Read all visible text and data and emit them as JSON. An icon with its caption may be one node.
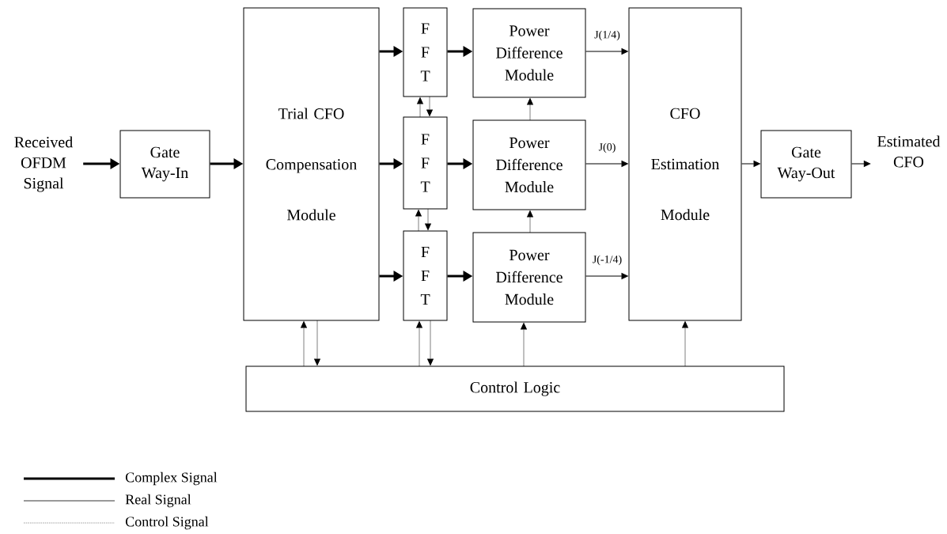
{
  "diagram": {
    "nodes": [
      {
        "text": [
          "Received OFDM Signal"
        ]
      },
      {
        "text": [
          "Gate Way-In"
        ]
      },
      {
        "text": [
          "Trial CFO Compensation Module"
        ]
      },
      {
        "text": [
          "F F T"
        ]
      },
      {
        "text": [
          "F F T"
        ]
      },
      {
        "text": [
          "F F T"
        ]
      },
      {
        "text": [
          "Power Difference Module"
        ]
      },
      {
        "text": [
          "Power Difference Module"
        ]
      },
      {
        "text": [
          "Power Difference Module"
        ]
      },
      {
        "text": [
          "CFO Estimation Module"
        ]
      },
      {
        "text": [
          "Gate Way-Out"
        ]
      },
      {
        "text": [
          "Estimated CFO"
        ]
      },
      {
        "text": [
          "Control Logic"
        ]
      }
    ],
    "edges": [
      {
        "from": 0,
        "to": 1,
        "arrow": "to",
        "style": "thick"
      },
      {
        "from": 1,
        "to": 2,
        "arrow": "to",
        "style": "thick"
      },
      {
        "from": 2,
        "to": 3,
        "arrow": "to",
        "style": "thick"
      },
      {
        "from": 2,
        "to": 4,
        "arrow": "to",
        "style": "thick"
      },
      {
        "from": 2,
        "to": 5,
        "arrow": "to",
        "style": "thick"
      },
      {
        "from": 3,
        "to": 6,
        "arrow": "to",
        "style": "thick"
      },
      {
        "from": 4,
        "to": 7,
        "arrow": "to",
        "style": "thick"
      },
      {
        "from": 5,
        "to": 8,
        "arrow": "to",
        "style": "thick"
      },
      {
        "from": 6,
        "to": 9,
        "arrow": "to",
        "label": "J(1/4)"
      },
      {
        "from": 7,
        "to": 9,
        "arrow": "to",
        "label": "J(0)"
      },
      {
        "from": 8,
        "to": 9,
        "arrow": "to",
        "label": "J(-1/4)"
      },
      {
        "from": 9,
        "to": 10,
        "arrow": "to"
      },
      {
        "from": 10,
        "to": 11,
        "arrow": "to"
      },
      {
        "from": 4,
        "to": 3,
        "arrow": "to",
        "style": "dashed"
      },
      {
        "from": 3,
        "to": 4,
        "arrow": "to",
        "style": "dashed"
      },
      {
        "from": 5,
        "to": 4,
        "arrow": "to",
        "style": "dashed"
      },
      {
        "from": 4,
        "to": 5,
        "arrow": "to",
        "style": "dashed"
      },
      {
        "from": 7,
        "to": 6,
        "arrow": "to",
        "style": "dashed"
      },
      {
        "from": 8,
        "to": 7,
        "arrow": "to",
        "style": "dashed"
      },
      {
        "from": 12,
        "to": 2,
        "arrow": "to",
        "style": "dashed"
      },
      {
        "from": 2,
        "to": 12,
        "arrow": "to",
        "style": "dashed"
      },
      {
        "from": 12,
        "to": 5,
        "arrow": "to",
        "style": "dashed"
      },
      {
        "from": 5,
        "to": 12,
        "arrow": "to",
        "style": "dashed"
      },
      {
        "from": 12,
        "to": 8,
        "arrow": "to",
        "style": "dashed"
      },
      {
        "from": 12,
        "to": 9,
        "arrow": "to",
        "style": "dashed"
      }
    ],
    "legend": [
      {
        "text": "Complex Signal"
      },
      {
        "text": "Real Signal"
      },
      {
        "text": "Control Signal"
      }
    ]
  }
}
